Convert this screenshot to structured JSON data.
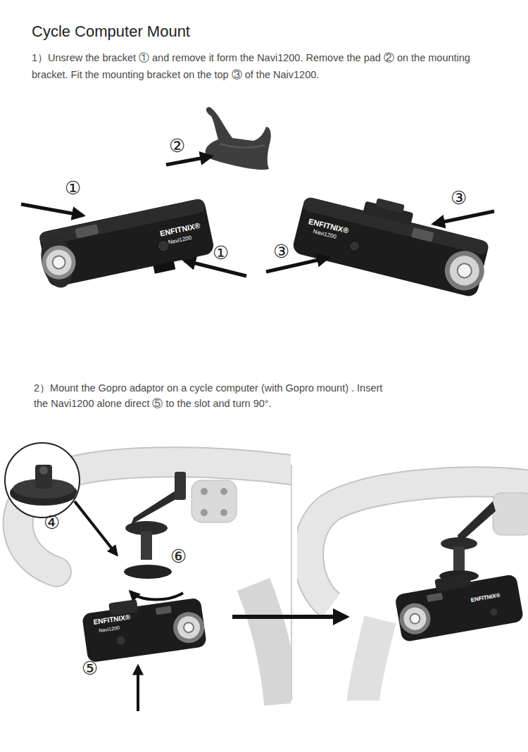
{
  "diagram": {
    "title": "Cycle Computer Mount",
    "labels": [
      "1）Unsrew the bracket ① and remove it form the Navi1200. Remove the pad ② on the mounting bracket. Fit the mounting bracket on the top ③ of the Naiv1200.",
      "②",
      "①",
      "③",
      "①",
      "③",
      "ENFITNIX®",
      "Navi1200",
      "ENFITNIX®",
      "Navi1200",
      "2）Mount the Gopro adaptor on a cycle computer (with Gopro mount) . Insert the Navi1200 alone direct ⑤ to the slot and turn 90°.",
      "④",
      "⑥",
      "ENFITNIX®",
      "Navi1200",
      "⑤",
      "ENFITNIX®"
    ]
  }
}
